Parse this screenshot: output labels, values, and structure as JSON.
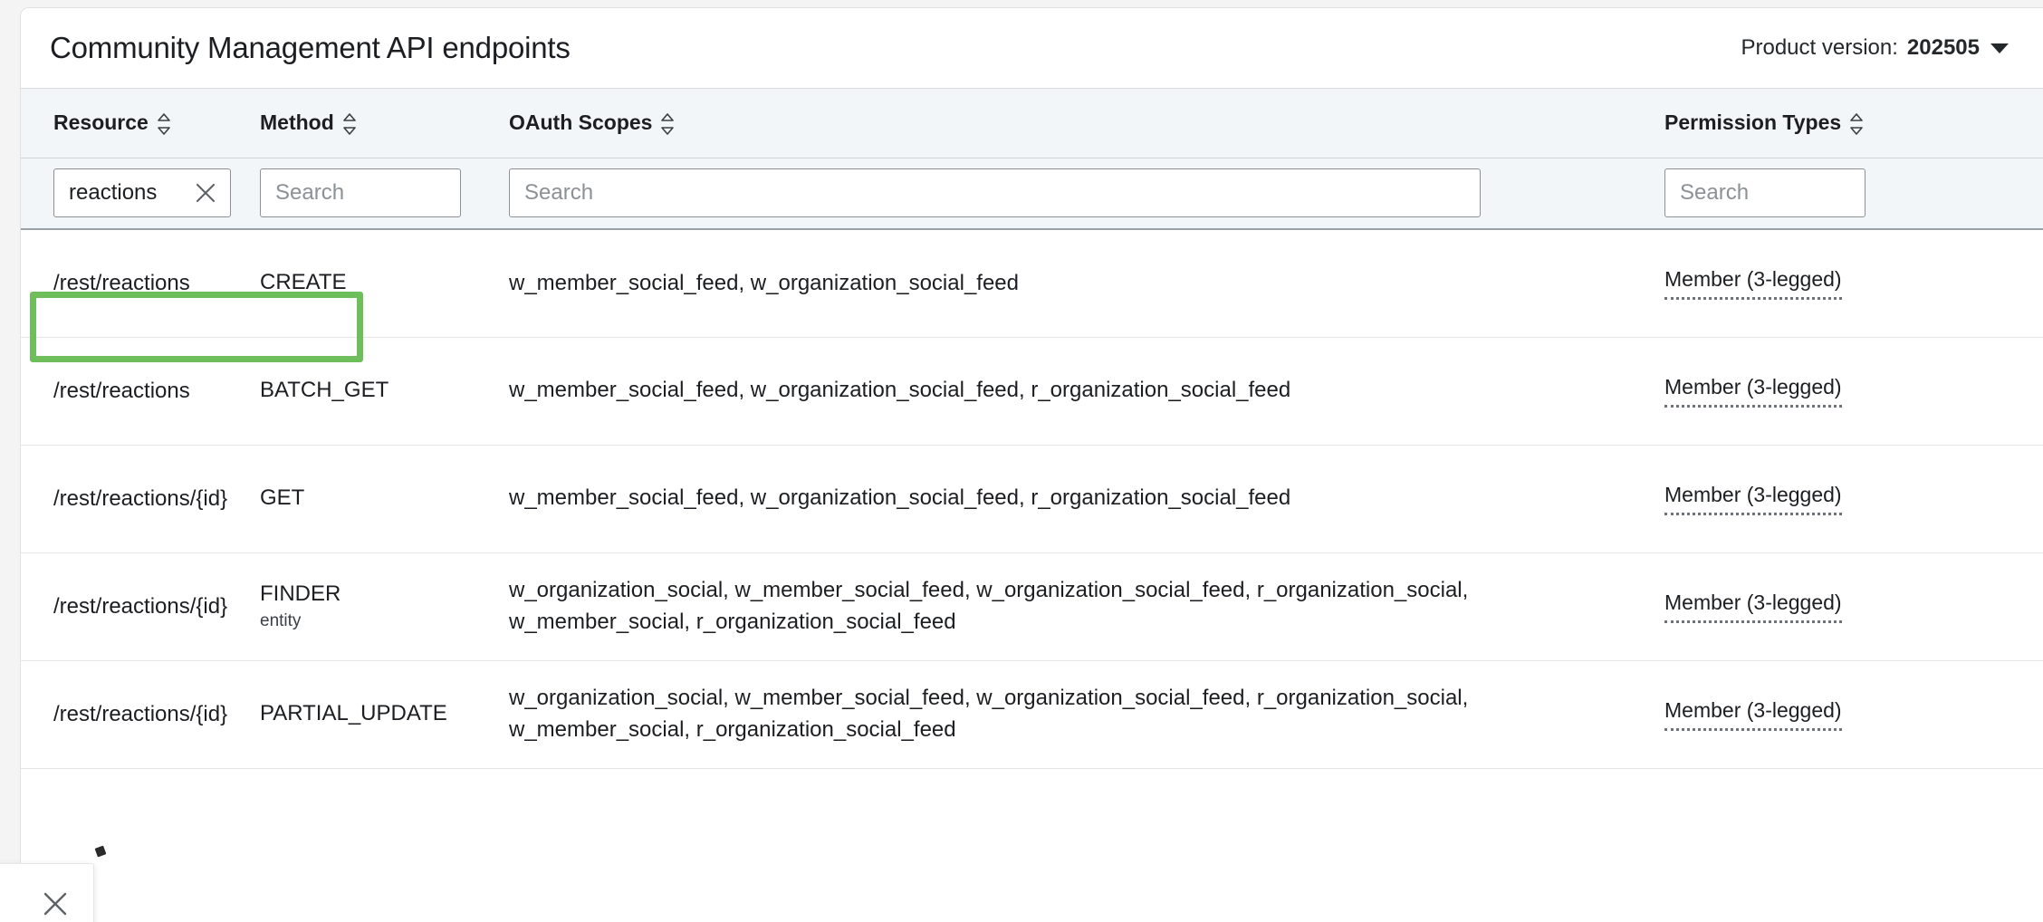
{
  "header": {
    "title": "Community Management API endpoints",
    "version_label": "Product version:",
    "version_value": "202505",
    "caret_icon": "chevron-down-icon"
  },
  "table": {
    "columns": [
      {
        "key": "resource",
        "label": "Resource",
        "sort_icon": "sort-updown-icon"
      },
      {
        "key": "method",
        "label": "Method",
        "sort_icon": "sort-updown-icon"
      },
      {
        "key": "scopes",
        "label": "OAuth Scopes",
        "sort_icon": "sort-updown-icon"
      },
      {
        "key": "permission",
        "label": "Permission Types",
        "sort_icon": "sort-updown-icon"
      }
    ],
    "filters": {
      "resource": {
        "value": "reactions",
        "placeholder": "Search",
        "clear_icon": "close-icon"
      },
      "method": {
        "value": "",
        "placeholder": "Search"
      },
      "scopes": {
        "value": "",
        "placeholder": "Search"
      },
      "permission": {
        "value": "",
        "placeholder": "Search"
      }
    },
    "rows": [
      {
        "resource": "/rest/reactions",
        "method": "CREATE",
        "method_sub": "",
        "scopes": "w_member_social_feed, w_organization_social_feed",
        "permission": "Member (3-legged)",
        "highlighted": true
      },
      {
        "resource": "/rest/reactions",
        "method": "BATCH_GET",
        "method_sub": "",
        "scopes": "w_member_social_feed, w_organization_social_feed, r_organization_social_feed",
        "permission": "Member (3-legged)",
        "highlighted": false
      },
      {
        "resource": "/rest/reactions/{id}",
        "method": "GET",
        "method_sub": "",
        "scopes": "w_member_social_feed, w_organization_social_feed, r_organization_social_feed",
        "permission": "Member (3-legged)",
        "highlighted": false
      },
      {
        "resource": "/rest/reactions/{id}",
        "method": "FINDER",
        "method_sub": "entity",
        "scopes": "w_organization_social, w_member_social_feed, w_organization_social_feed, r_organization_social, w_member_social, r_organization_social_feed",
        "permission": "Member (3-legged)",
        "highlighted": false
      },
      {
        "resource": "/rest/reactions/{id}",
        "method": "PARTIAL_UPDATE",
        "method_sub": "",
        "scopes": "w_organization_social, w_member_social_feed, w_organization_social_feed, r_organization_social, w_member_social, r_organization_social_feed",
        "permission": "Member (3-legged)",
        "highlighted": false
      }
    ]
  },
  "overlay": {
    "text": ".",
    "close_icon": "close-icon"
  },
  "colors": {
    "highlight_green": "#6fbe5c",
    "header_bg": "#f3f6f8",
    "page_bg": "#f4f4f4",
    "text": "#1c1e21"
  }
}
